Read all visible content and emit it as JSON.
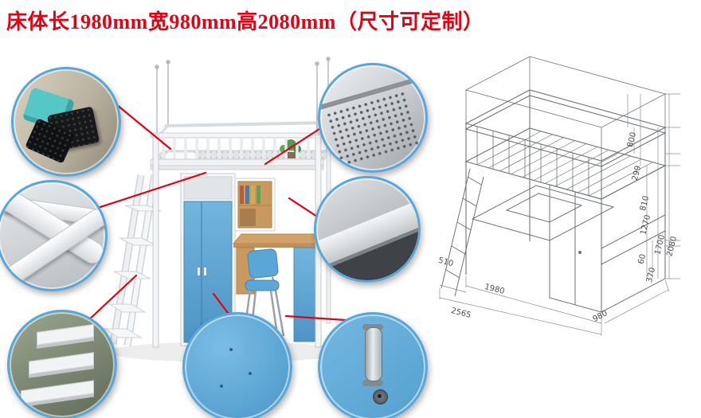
{
  "title": "床体长1980mm宽980mm高2080mm（尺寸可定制）",
  "colors": {
    "accent_red": "#e60012",
    "callout_ring_blue": "#57a7da",
    "panel_blue": "#58a3d4",
    "wood_tone": "#c9995f"
  },
  "callouts": [
    {
      "name": "corner-foot-fittings-photo"
    },
    {
      "name": "frame-tube-joint-photo"
    },
    {
      "name": "ladder-steps-photo"
    },
    {
      "name": "perforated-bed-panel-photo"
    },
    {
      "name": "steel-beam-edge-photo"
    },
    {
      "name": "blue-panel-surface-photo"
    },
    {
      "name": "door-handle-and-lock-photo"
    }
  ],
  "drawing": {
    "dims": [
      "800",
      "299",
      "810",
      "1270",
      "1700",
      "2080",
      "60",
      "370",
      "510",
      "1980",
      "2565",
      "980"
    ]
  }
}
